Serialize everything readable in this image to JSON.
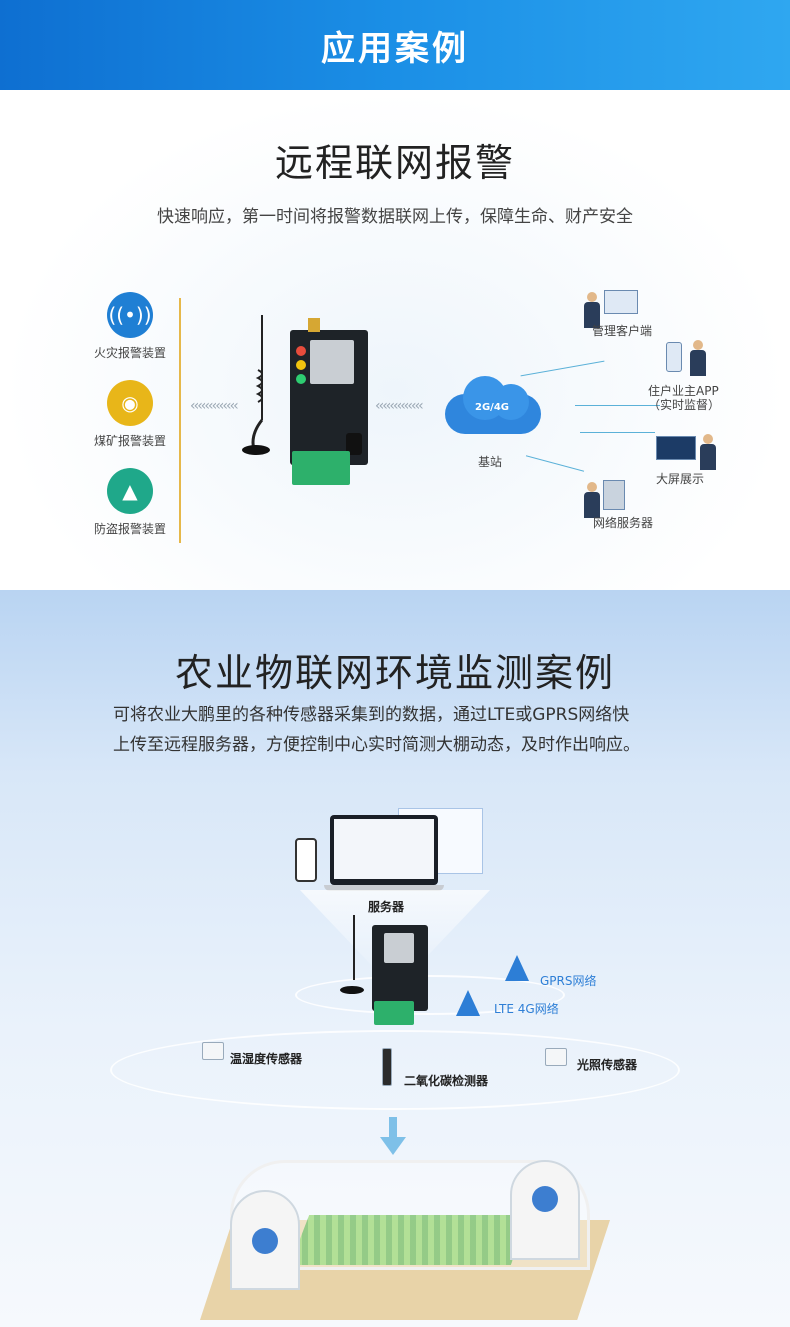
{
  "header": {
    "title": "应用案例"
  },
  "section1": {
    "title": "远程联网报警",
    "subtitle": "快速响应，第一时间将报警数据联网上传，保障生命、财产安全",
    "alarms": [
      {
        "label": "火灾报警装置",
        "color": "#1f7fd4",
        "icon": "signal-icon"
      },
      {
        "label": "煤矿报警装置",
        "color": "#e8b619",
        "icon": "bell-icon"
      },
      {
        "label": "防盗报警装置",
        "color": "#1fa88a",
        "icon": "siren-icon"
      }
    ],
    "cloud_text": "2G/4G",
    "station_label": "基站",
    "terminals": [
      {
        "label": "管理客户端"
      },
      {
        "label": "住户业主APP"
      },
      {
        "label": "（实时监督）"
      },
      {
        "label": "大屏展示"
      },
      {
        "label": "网络服务器"
      }
    ]
  },
  "section2": {
    "title": "农业物联网环境监测案例",
    "para_line1": "可将农业大鹏里的各种传感器采集到的数据，通过LTE或GPRS网络快",
    "para_line2": "上传至远程服务器，方便控制中心实时简测大棚动态，及时作出响应。",
    "server_label": "服务器",
    "gprs_label": "GPRS网络",
    "lte_label": "LTE 4G网络",
    "sensors": [
      {
        "label": "温湿度传感器"
      },
      {
        "label": "二氧化碳检测器"
      },
      {
        "label": "光照传感器"
      }
    ]
  },
  "colors": {
    "header_start": "#0e6fd1",
    "header_end": "#2fa7f0",
    "accent_line": "#e6b84a",
    "network_blue": "#2d7ed6"
  }
}
